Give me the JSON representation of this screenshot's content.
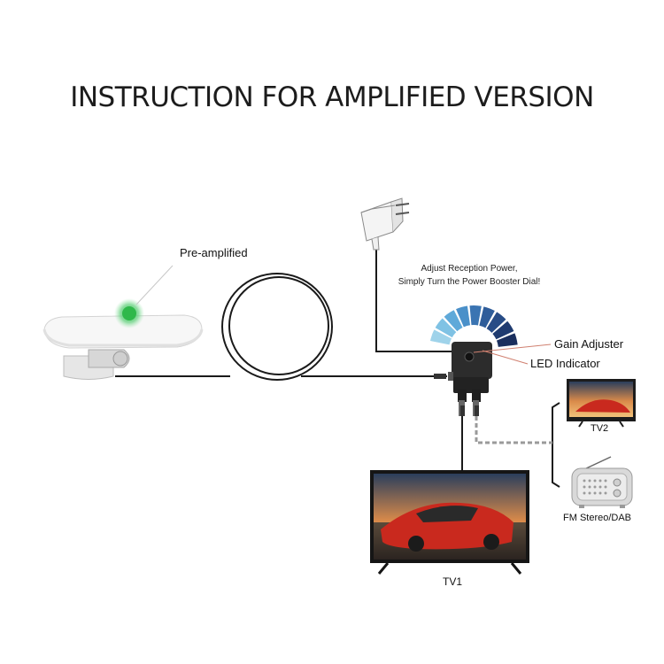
{
  "title": "INSTRUCTION FOR AMPLIFIED VERSION",
  "labels": {
    "pre_amplified": "Pre-amplified",
    "adjust_line1": "Adjust Reception Power,",
    "adjust_line2": "Simply Turn the Power Booster Dial!",
    "gain_adjuster": "Gain Adjuster",
    "led_indicator": "LED Indicator",
    "tv2": "TV2",
    "fm": "FM Stereo/DAB",
    "tv1": "TV1"
  },
  "gain_scale_colors": [
    "#9fd3ea",
    "#7fc2e4",
    "#5fa9d9",
    "#4a90c9",
    "#3a74b2",
    "#2f5d9a",
    "#284c86",
    "#1f3b70",
    "#1a2f5e"
  ],
  "colors": {
    "led": "#2fb84a",
    "cable": "#1a1a1a",
    "title": "#1c1c1c"
  },
  "icons": [
    "antenna",
    "power-adapter",
    "amplifier-box",
    "television",
    "radio"
  ]
}
